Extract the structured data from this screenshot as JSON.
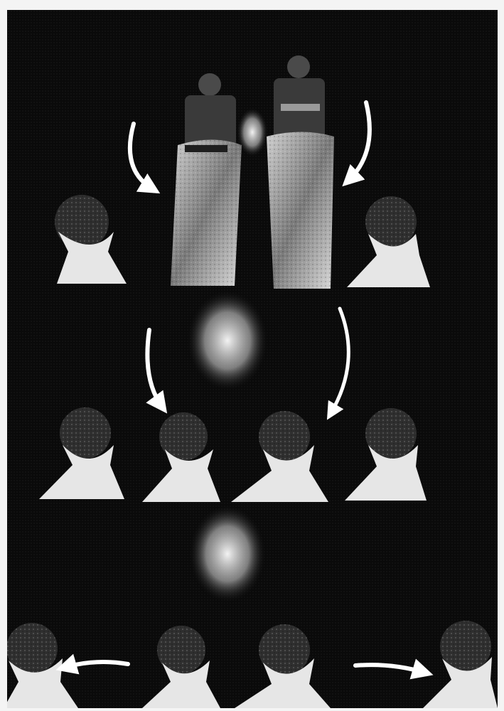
{
  "image": {
    "background": "#0a0a0a",
    "border": "#f4f4f4",
    "figure_color": "#e6e6e6",
    "arrow_color": "#ffffff",
    "panels": [
      {
        "id": "top",
        "subject": "two-figures-in-sarongs",
        "heads": 2,
        "arrows": 2
      },
      {
        "id": "middle",
        "subject": "glowing-object",
        "heads": 4,
        "arrows": 2
      },
      {
        "id": "bottom",
        "subject": "glowing-object",
        "heads": 4,
        "arrows": 2
      }
    ]
  }
}
